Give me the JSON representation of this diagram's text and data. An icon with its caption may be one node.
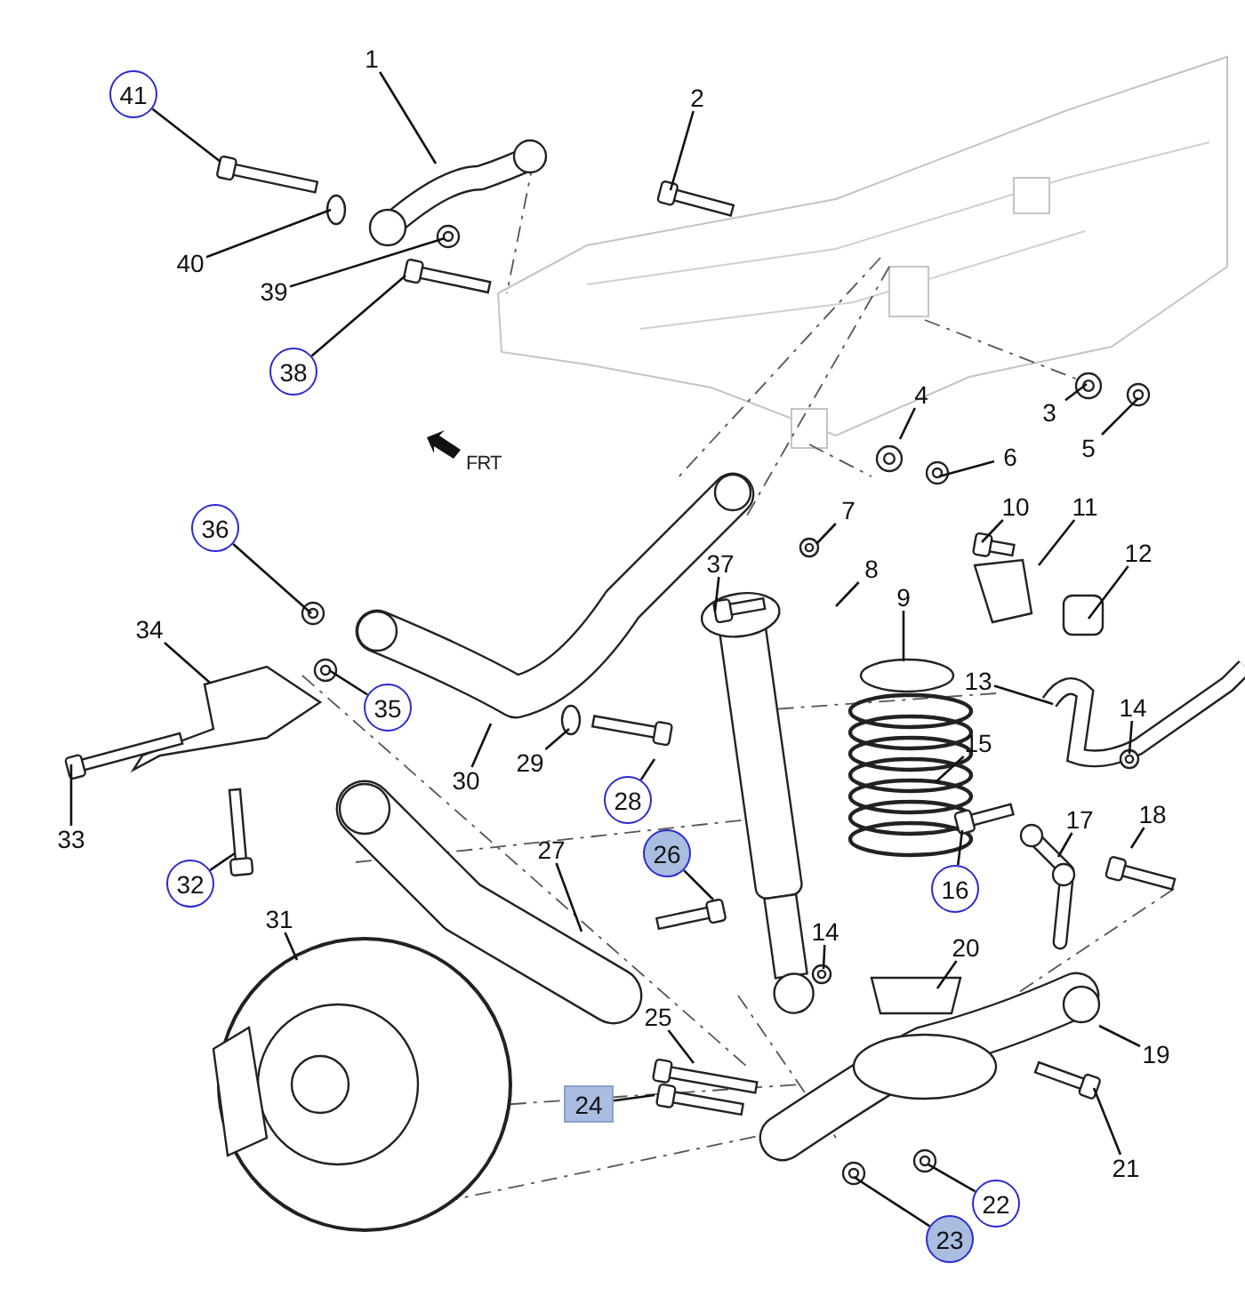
{
  "diagram": {
    "nodes": [
      {
        "text": [
          "1"
        ]
      },
      {
        "text": [
          "2"
        ]
      },
      {
        "text": [
          "3"
        ]
      },
      {
        "text": [
          "4"
        ]
      },
      {
        "text": [
          "5"
        ]
      },
      {
        "text": [
          "6"
        ]
      },
      {
        "text": [
          "7"
        ]
      },
      {
        "text": [
          "8"
        ]
      },
      {
        "text": [
          "9"
        ]
      },
      {
        "text": [
          "10"
        ]
      },
      {
        "text": [
          "11"
        ]
      },
      {
        "text": [
          "12"
        ]
      },
      {
        "text": [
          "13"
        ]
      },
      {
        "text": [
          "14"
        ]
      },
      {
        "text": [
          "14"
        ]
      },
      {
        "text": [
          "15"
        ]
      },
      {
        "text": [
          "16"
        ]
      },
      {
        "text": [
          "17"
        ]
      },
      {
        "text": [
          "18"
        ]
      },
      {
        "text": [
          "19"
        ]
      },
      {
        "text": [
          "20"
        ]
      },
      {
        "text": [
          "21"
        ]
      },
      {
        "text": [
          "22"
        ]
      },
      {
        "text": [
          "23"
        ]
      },
      {
        "text": [
          "24"
        ]
      },
      {
        "text": [
          "25"
        ]
      },
      {
        "text": [
          "26"
        ]
      },
      {
        "text": [
          "27"
        ]
      },
      {
        "text": [
          "28"
        ]
      },
      {
        "text": [
          "29"
        ]
      },
      {
        "text": [
          "30"
        ]
      },
      {
        "text": [
          "31"
        ]
      },
      {
        "text": [
          "32"
        ]
      },
      {
        "text": [
          "33"
        ]
      },
      {
        "text": [
          "34"
        ]
      },
      {
        "text": [
          "35"
        ]
      },
      {
        "text": [
          "36"
        ]
      },
      {
        "text": [
          "37"
        ]
      },
      {
        "text": [
          "38"
        ]
      },
      {
        "text": [
          "39"
        ]
      },
      {
        "text": [
          "40"
        ]
      },
      {
        "text": [
          "41"
        ]
      }
    ],
    "edges": [
      {
        "from": 0,
        "to": null,
        "arrow": "none"
      },
      {
        "from": 1,
        "to": null,
        "arrow": "none"
      },
      {
        "from": 2,
        "to": null,
        "arrow": "none"
      },
      {
        "from": 3,
        "to": null,
        "arrow": "none"
      },
      {
        "from": 4,
        "to": null,
        "arrow": "none"
      },
      {
        "from": 5,
        "to": null,
        "arrow": "none"
      },
      {
        "from": 6,
        "to": null,
        "arrow": "none"
      },
      {
        "from": 7,
        "to": null,
        "arrow": "none"
      },
      {
        "from": 8,
        "to": null,
        "arrow": "none"
      },
      {
        "from": 9,
        "to": null,
        "arrow": "none"
      },
      {
        "from": 10,
        "to": null,
        "arrow": "none"
      },
      {
        "from": 11,
        "to": null,
        "arrow": "none"
      },
      {
        "from": 12,
        "to": null,
        "arrow": "none"
      },
      {
        "from": 13,
        "to": null,
        "arrow": "none"
      },
      {
        "from": 14,
        "to": null,
        "arrow": "none"
      },
      {
        "from": 15,
        "to": null,
        "arrow": "none"
      },
      {
        "from": 16,
        "to": null,
        "arrow": "none"
      },
      {
        "from": 17,
        "to": null,
        "arrow": "none"
      },
      {
        "from": 18,
        "to": null,
        "arrow": "none"
      },
      {
        "from": 19,
        "to": null,
        "arrow": "none"
      },
      {
        "from": 20,
        "to": null,
        "arrow": "none"
      },
      {
        "from": 21,
        "to": null,
        "arrow": "none"
      },
      {
        "from": 22,
        "to": null,
        "arrow": "none"
      },
      {
        "from": 23,
        "to": null,
        "arrow": "none"
      },
      {
        "from": 24,
        "to": null,
        "arrow": "none"
      },
      {
        "from": 25,
        "to": null,
        "arrow": "none"
      },
      {
        "from": 26,
        "to": null,
        "arrow": "none"
      },
      {
        "from": 27,
        "to": null,
        "arrow": "none"
      },
      {
        "from": 28,
        "to": null,
        "arrow": "none"
      },
      {
        "from": 29,
        "to": null,
        "arrow": "none"
      },
      {
        "from": 30,
        "to": null,
        "arrow": "none"
      },
      {
        "from": 31,
        "to": null,
        "arrow": "none"
      },
      {
        "from": 32,
        "to": null,
        "arrow": "none"
      },
      {
        "from": 33,
        "to": null,
        "arrow": "none"
      },
      {
        "from": 34,
        "to": null,
        "arrow": "none"
      },
      {
        "from": 35,
        "to": null,
        "arrow": "none"
      },
      {
        "from": 36,
        "to": null,
        "arrow": "none"
      },
      {
        "from": 37,
        "to": null,
        "arrow": "none"
      },
      {
        "from": 38,
        "to": null,
        "arrow": "none"
      },
      {
        "from": 39,
        "to": null,
        "arrow": "none"
      },
      {
        "from": 40,
        "to": null,
        "arrow": "none"
      },
      {
        "from": 41,
        "to": null,
        "arrow": "none"
      }
    ],
    "labels": [
      "FRT"
    ]
  }
}
